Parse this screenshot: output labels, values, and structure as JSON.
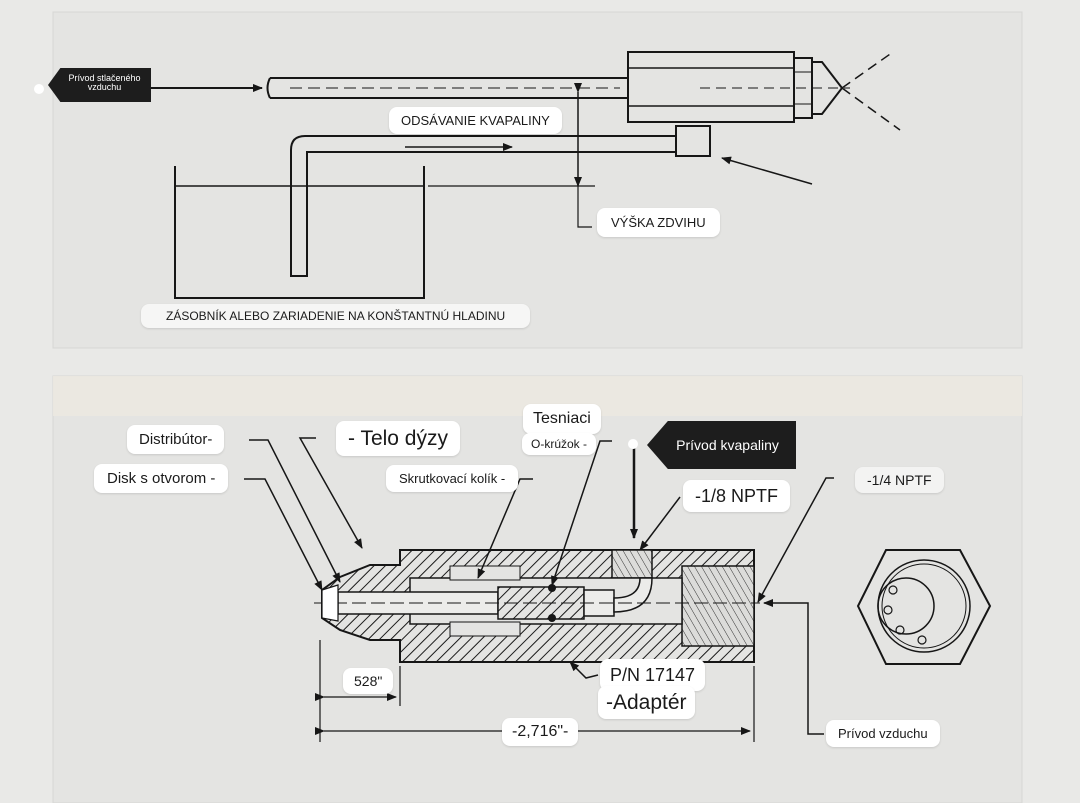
{
  "top_diagram": {
    "labels": {
      "compressed_air_supply": "Prívod stlačeného vzduchu",
      "liquid_suction": "ODSÁVANIE KVAPALINY",
      "lift_height": "VÝŠKA ZDVIHU",
      "reservoir": "ZÁSOBNÍK ALEBO ZARIADENIE NA KONŠTANTNÚ HLADINU"
    }
  },
  "bottom_diagram": {
    "labels": {
      "distributor": "Distribútor-",
      "orifice_disc": "Disk s otvorom -",
      "nozzle_body": "- Telo dýzy",
      "screw_pin": "Skrutkovací kolík -",
      "seal": "Tesniaci",
      "o_ring": "O-krúžok -",
      "liquid_supply": "Prívod kvapaliny",
      "nptf_1_8": "-1/8 NPTF",
      "nptf_1_4": "-1/4 NPTF",
      "part_number": "P/N 17147",
      "adapter": "-Adaptér",
      "dim_small": "528\"",
      "dim_total": "-2,716\"-",
      "air_supply": "Prívod vzduchu"
    }
  },
  "colors": {
    "background": "#e9e9e7",
    "panel": "#e4e4e2",
    "line": "#161616",
    "label_bg": "#ffffff",
    "dark_tag": "#1d1d1d"
  }
}
